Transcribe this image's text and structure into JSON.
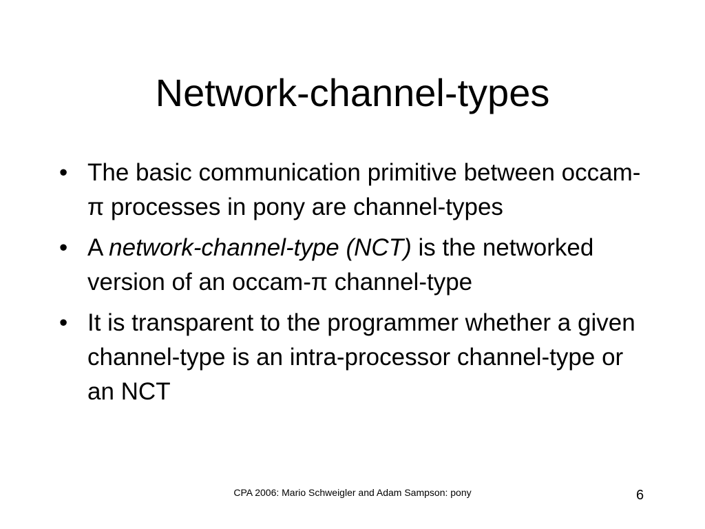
{
  "slide": {
    "title": "Network-channel-types",
    "bullet_symbol": "•",
    "bullets": [
      {
        "text": "The basic communication primitive between occam-π processes in pony are channel-types"
      },
      {
        "pre": "A ",
        "em": "network-channel-type (NCT)",
        "post": " is the networked version of an occam-π channel-type"
      },
      {
        "text": "It is transparent to the programmer whether a given channel-type is an intra-processor channel-type or an NCT"
      }
    ],
    "footer": "CPA 2006: Mario Schweigler and Adam Sampson: pony",
    "page_number": "6"
  }
}
